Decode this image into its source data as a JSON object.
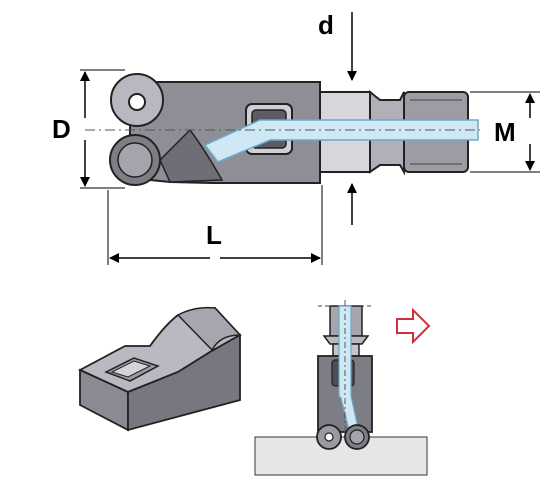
{
  "labels": {
    "D": "D",
    "d": "d",
    "M": "M",
    "L": "L"
  },
  "colors": {
    "body_dark": "#7d7d85",
    "body_mid": "#9a9aa2",
    "body_light": "#c4c4cc",
    "coolant": "#cfe9f4",
    "coolant_edge": "#6fa8c8",
    "table": "#e6e6e6",
    "direction_arrow": "#d0303c"
  },
  "icons": [
    "workpiece-block-icon",
    "feed-direction-arrow-icon"
  ]
}
